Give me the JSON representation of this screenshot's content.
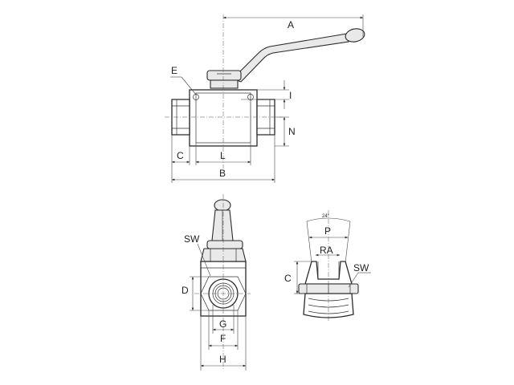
{
  "labels": {
    "A": "A",
    "E": "E",
    "I": "I",
    "N": "N",
    "C_side": "C",
    "L": "L",
    "B": "B",
    "SW_front": "SW",
    "D": "D",
    "G": "G",
    "F": "F",
    "H": "H",
    "angle": "24°",
    "P": "P",
    "RA": "RA",
    "C_detail": "C",
    "SW_detail": "SW"
  }
}
